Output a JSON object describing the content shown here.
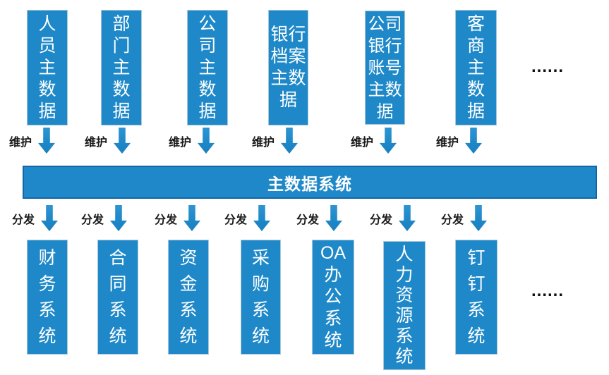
{
  "labels": {
    "maintain": "维护",
    "distribute": "分发",
    "ellipsis": "......"
  },
  "bar": {
    "label": "主数据系统"
  },
  "top_row": {
    "boxes": [
      {
        "label": "人员主数据",
        "display": "人\n员\n主\n数\n据"
      },
      {
        "label": "部门主数据",
        "display": "部\n门\n主\n数\n据"
      },
      {
        "label": "公司主数据",
        "display": "公\n司\n主\n数\n据"
      },
      {
        "label": "银行档案主数据",
        "display": "银行\n档案\n主数\n据"
      },
      {
        "label": "公司银行账号主数据",
        "display": "公司\n银行\n账号\n主数\n据"
      },
      {
        "label": "客商主数据",
        "display": "客\n商\n主\n数\n据"
      }
    ]
  },
  "bottom_row": {
    "boxes": [
      {
        "label": "财务系统",
        "display": "财\n务\n系\n统"
      },
      {
        "label": "合同系统",
        "display": "合\n同\n系\n统"
      },
      {
        "label": "资金系统",
        "display": "资\n金\n系\n统"
      },
      {
        "label": "采购系统",
        "display": "采\n购\n系\n统"
      },
      {
        "label": "OA办公系统",
        "display": "OA\n办\n公\n系\n统"
      },
      {
        "label": "人力资源系统",
        "display": "人\n力\n资\n源\n系\n统"
      },
      {
        "label": "钉钉系统",
        "display": "钉\n钉\n系\n统"
      }
    ]
  },
  "colors": {
    "box_fill": "#1E88C8",
    "box_border": "#A9C7DA",
    "bar_border": "#1566A6",
    "arrow_fill": "#1E88C8",
    "flow_label_color": "#1A1A1A",
    "box_text": "#FFFFFF",
    "background": "#FFFFFF"
  }
}
